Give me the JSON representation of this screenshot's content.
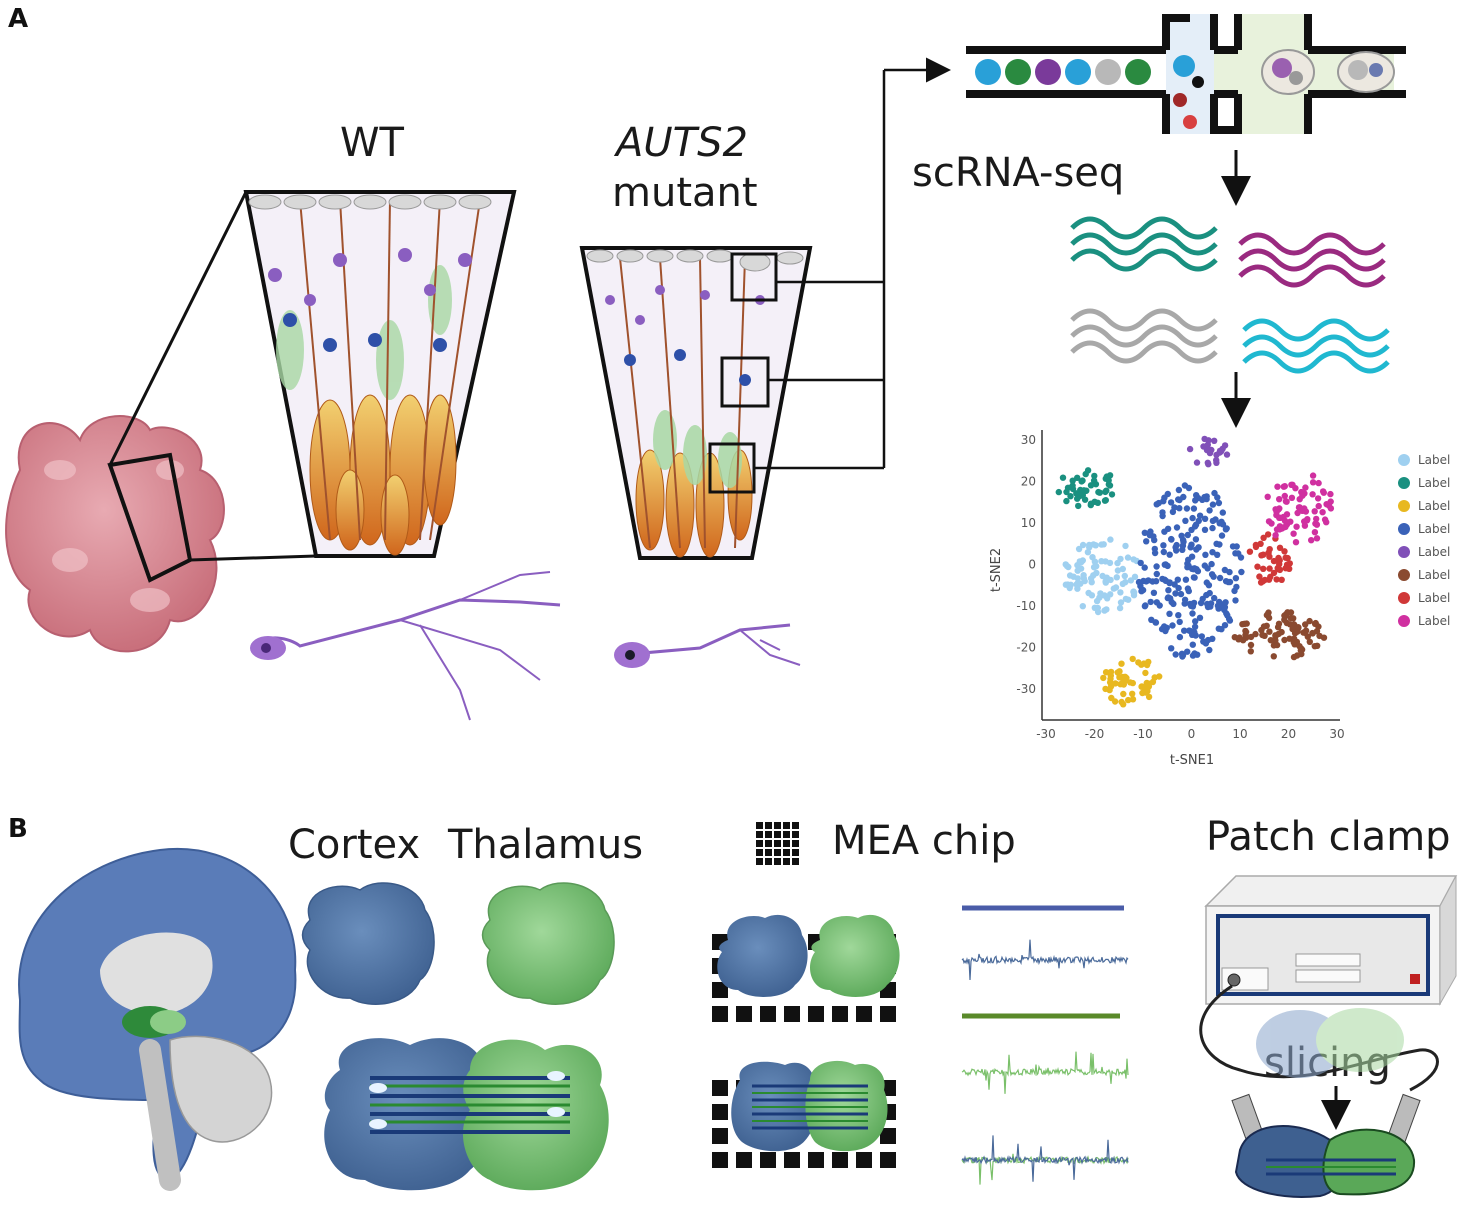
{
  "panel_a": {
    "letter": "A",
    "wt_label": "WT",
    "mutant_gene": "AUTS2",
    "mutant_word": "mutant",
    "method_label": "scRNA-seq",
    "tsne": {
      "xlabel": "t-SNE1",
      "ylabel": "t-SNE2",
      "xticks": [
        "-30",
        "-20",
        "-10",
        "0",
        "10",
        "20",
        "30"
      ],
      "yticks": [
        "30",
        "20",
        "10",
        "0",
        "-10",
        "-20",
        "-30"
      ],
      "legend": [
        {
          "label": "Label",
          "color": "#9fd0f0"
        },
        {
          "label": "Label",
          "color": "#1a9080"
        },
        {
          "label": "Label",
          "color": "#e8b820"
        },
        {
          "label": "Label",
          "color": "#3a62b8"
        },
        {
          "label": "Label",
          "color": "#8050b8"
        },
        {
          "label": "Label",
          "color": "#8a4a30"
        },
        {
          "label": "Label",
          "color": "#d03838"
        },
        {
          "label": "Label",
          "color": "#d030a0"
        }
      ]
    }
  },
  "panel_b": {
    "letter": "B",
    "cortex_label": "Cortex",
    "thalamus_label": "Thalamus",
    "mea_label": "MEA chip",
    "patch_label": "Patch clamp",
    "slicing_label": "slicing"
  },
  "colors": {
    "cortex_blue": "#5578a8",
    "thalamus_green": "#7cc07a",
    "organoid_pink": "#d88f98"
  }
}
